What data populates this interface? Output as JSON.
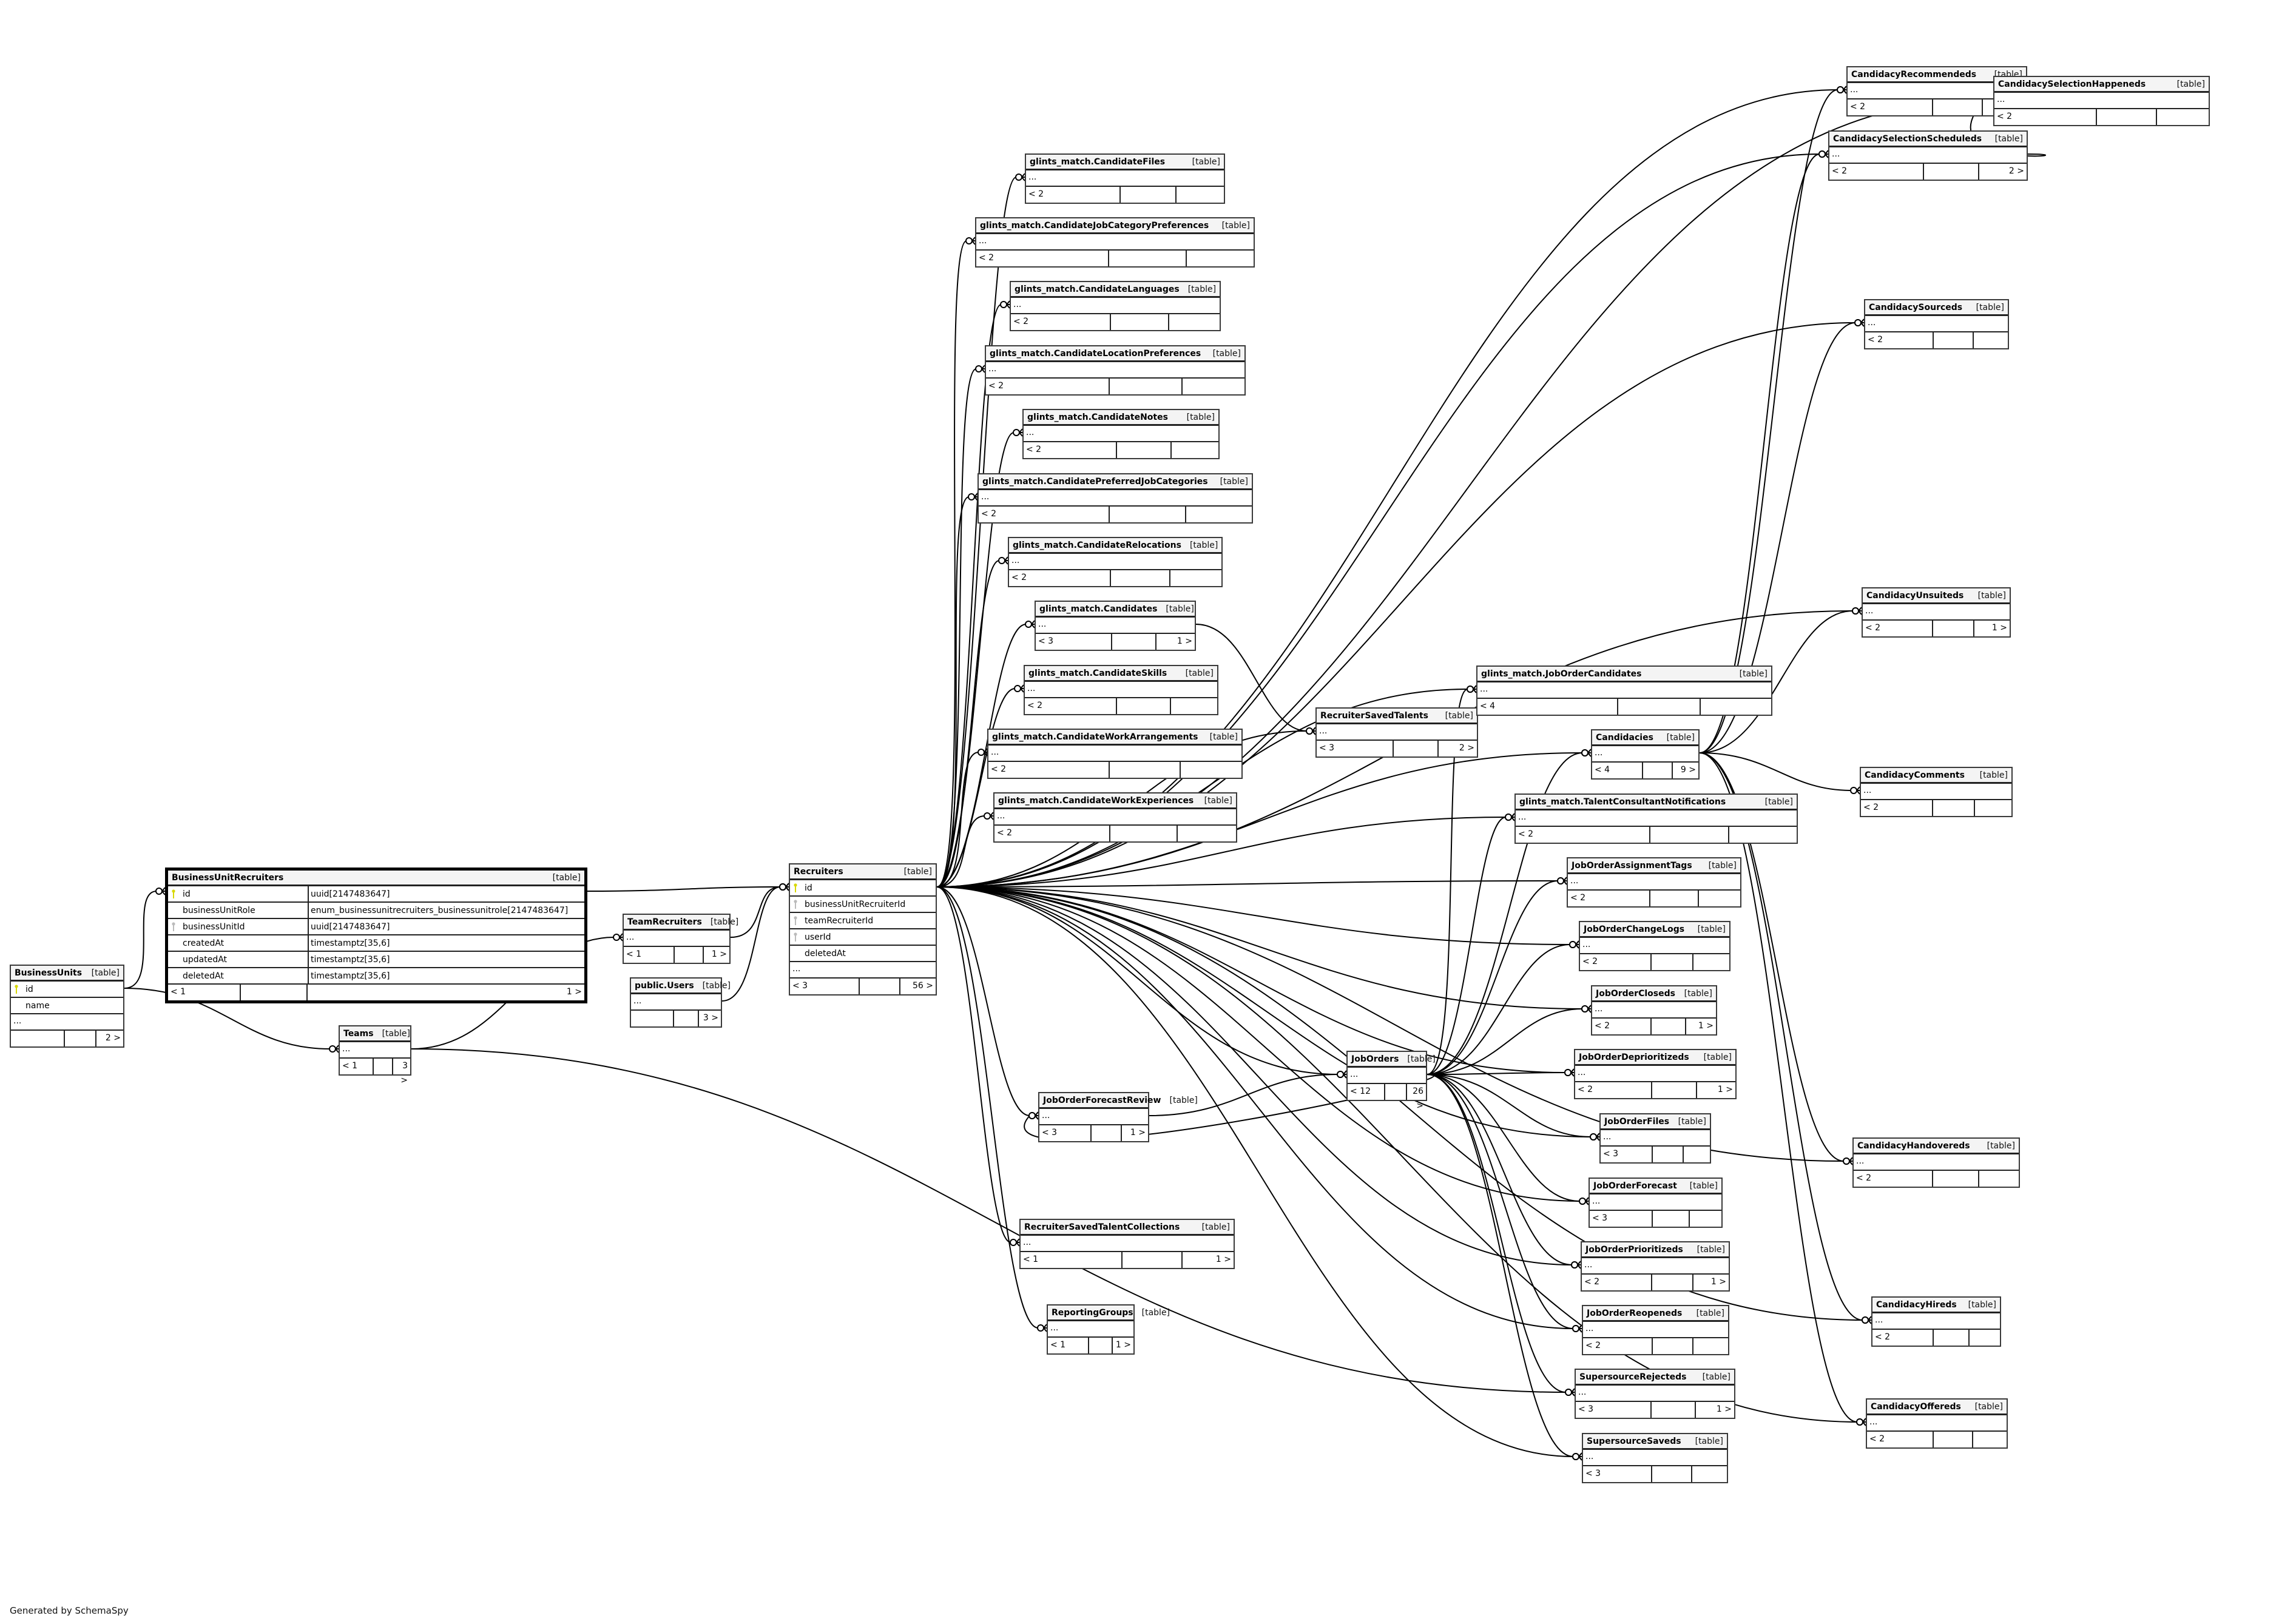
{
  "diagram": {
    "generator_note": "Generated by SchemaSpy",
    "kind_label": "[table]",
    "ellipsis": "...",
    "focus_table": "BusinessUnitRecruiters"
  },
  "tables": [
    {
      "id": "BusinessUnits",
      "name": "BusinessUnits",
      "columns": [
        {
          "name": "id",
          "key": "pk"
        },
        {
          "name": "name",
          "key": ""
        }
      ],
      "ellipsis": true,
      "parents": "",
      "children": "2 >"
    },
    {
      "id": "BusinessUnitRecruiters",
      "name": "BusinessUnitRecruiters",
      "columns": [
        {
          "name": "id",
          "type": "uuid[2147483647]",
          "key": "pk"
        },
        {
          "name": "businessUnitRole",
          "type": "enum_businessunitrecruiters_businessunitrole[2147483647]",
          "key": ""
        },
        {
          "name": "businessUnitId",
          "type": "uuid[2147483647]",
          "key": "fk"
        },
        {
          "name": "createdAt",
          "type": "timestamptz[35,6]",
          "key": ""
        },
        {
          "name": "updatedAt",
          "type": "timestamptz[35,6]",
          "key": ""
        },
        {
          "name": "deletedAt",
          "type": "timestamptz[35,6]",
          "key": ""
        }
      ],
      "ellipsis": false,
      "parents": "< 1",
      "children": "1 >"
    },
    {
      "id": "Teams",
      "name": "Teams",
      "columns": [],
      "ellipsis": true,
      "parents": "< 1",
      "children": "3 >"
    },
    {
      "id": "TeamRecruiters",
      "name": "TeamRecruiters",
      "columns": [],
      "ellipsis": true,
      "parents": "< 1",
      "children": "1 >"
    },
    {
      "id": "publicUsers",
      "name": "public.Users",
      "columns": [],
      "ellipsis": true,
      "parents": "",
      "children": "3 >"
    },
    {
      "id": "Recruiters",
      "name": "Recruiters",
      "columns": [
        {
          "name": "id",
          "key": "pk"
        },
        {
          "name": "businessUnitRecruiterId",
          "key": "fk"
        },
        {
          "name": "teamRecruiterId",
          "key": "fk"
        },
        {
          "name": "userId",
          "key": "fk"
        },
        {
          "name": "deletedAt",
          "key": ""
        }
      ],
      "ellipsis": true,
      "parents": "< 3",
      "children": "56 >"
    },
    {
      "id": "CandidateFiles",
      "name": "glints_match.CandidateFiles",
      "columns": [],
      "ellipsis": true,
      "parents": "< 2",
      "children": ""
    },
    {
      "id": "CandidateJobCategoryPreferences",
      "name": "glints_match.CandidateJobCategoryPreferences",
      "columns": [],
      "ellipsis": true,
      "parents": "< 2",
      "children": ""
    },
    {
      "id": "CandidateLanguages",
      "name": "glints_match.CandidateLanguages",
      "columns": [],
      "ellipsis": true,
      "parents": "< 2",
      "children": ""
    },
    {
      "id": "CandidateLocationPreferences",
      "name": "glints_match.CandidateLocationPreferences",
      "columns": [],
      "ellipsis": true,
      "parents": "< 2",
      "children": ""
    },
    {
      "id": "CandidateNotes",
      "name": "glints_match.CandidateNotes",
      "columns": [],
      "ellipsis": true,
      "parents": "< 2",
      "children": ""
    },
    {
      "id": "CandidatePreferredJobCategories",
      "name": "glints_match.CandidatePreferredJobCategories",
      "columns": [],
      "ellipsis": true,
      "parents": "< 2",
      "children": ""
    },
    {
      "id": "CandidateRelocations",
      "name": "glints_match.CandidateRelocations",
      "columns": [],
      "ellipsis": true,
      "parents": "< 2",
      "children": ""
    },
    {
      "id": "Candidates",
      "name": "glints_match.Candidates",
      "columns": [],
      "ellipsis": true,
      "parents": "< 3",
      "children": "1 >"
    },
    {
      "id": "CandidateSkills",
      "name": "glints_match.CandidateSkills",
      "columns": [],
      "ellipsis": true,
      "parents": "< 2",
      "children": ""
    },
    {
      "id": "CandidateWorkArrangements",
      "name": "glints_match.CandidateWorkArrangements",
      "columns": [],
      "ellipsis": true,
      "parents": "< 2",
      "children": ""
    },
    {
      "id": "CandidateWorkExperiences",
      "name": "glints_match.CandidateWorkExperiences",
      "columns": [],
      "ellipsis": true,
      "parents": "< 2",
      "children": ""
    },
    {
      "id": "RecruiterSavedTalents",
      "name": "RecruiterSavedTalents",
      "columns": [],
      "ellipsis": true,
      "parents": "< 3",
      "children": "2 >"
    },
    {
      "id": "JobOrderCandidates",
      "name": "glints_match.JobOrderCandidates",
      "columns": [],
      "ellipsis": true,
      "parents": "< 4",
      "children": ""
    },
    {
      "id": "Candidacies",
      "name": "Candidacies",
      "columns": [],
      "ellipsis": true,
      "parents": "< 4",
      "children": "9 >"
    },
    {
      "id": "TalentConsultantNotifications",
      "name": "glints_match.TalentConsultantNotifications",
      "columns": [],
      "ellipsis": true,
      "parents": "< 2",
      "children": ""
    },
    {
      "id": "JobOrderAssignmentTags",
      "name": "JobOrderAssignmentTags",
      "columns": [],
      "ellipsis": true,
      "parents": "< 2",
      "children": ""
    },
    {
      "id": "JobOrderChangeLogs",
      "name": "JobOrderChangeLogs",
      "columns": [],
      "ellipsis": true,
      "parents": "< 2",
      "children": ""
    },
    {
      "id": "JobOrderCloseds",
      "name": "JobOrderCloseds",
      "columns": [],
      "ellipsis": true,
      "parents": "< 2",
      "children": "1 >"
    },
    {
      "id": "JobOrderDeprioritizeds",
      "name": "JobOrderDeprioritizeds",
      "columns": [],
      "ellipsis": true,
      "parents": "< 2",
      "children": "1 >"
    },
    {
      "id": "JobOrders",
      "name": "JobOrders",
      "columns": [],
      "ellipsis": true,
      "parents": "< 12",
      "children": "26 >"
    },
    {
      "id": "JobOrderForecastReview",
      "name": "JobOrderForecastReview",
      "columns": [],
      "ellipsis": true,
      "parents": "< 3",
      "children": "1 >"
    },
    {
      "id": "JobOrderFiles",
      "name": "JobOrderFiles",
      "columns": [],
      "ellipsis": true,
      "parents": "< 3",
      "children": ""
    },
    {
      "id": "JobOrderForecast",
      "name": "JobOrderForecast",
      "columns": [],
      "ellipsis": true,
      "parents": "< 3",
      "children": ""
    },
    {
      "id": "JobOrderPrioritizeds",
      "name": "JobOrderPrioritizeds",
      "columns": [],
      "ellipsis": true,
      "parents": "< 2",
      "children": "1 >"
    },
    {
      "id": "JobOrderReopeneds",
      "name": "JobOrderReopeneds",
      "columns": [],
      "ellipsis": true,
      "parents": "< 2",
      "children": ""
    },
    {
      "id": "SupersourceRejecteds",
      "name": "SupersourceRejecteds",
      "columns": [],
      "ellipsis": true,
      "parents": "< 3",
      "children": "1 >"
    },
    {
      "id": "SupersourceSaveds",
      "name": "SupersourceSaveds",
      "columns": [],
      "ellipsis": true,
      "parents": "< 3",
      "children": ""
    },
    {
      "id": "RecruiterSavedTalentCollections",
      "name": "RecruiterSavedTalentCollections",
      "columns": [],
      "ellipsis": true,
      "parents": "< 1",
      "children": "1 >"
    },
    {
      "id": "ReportingGroups",
      "name": "ReportingGroups",
      "columns": [],
      "ellipsis": true,
      "parents": "< 1",
      "children": "1 >"
    },
    {
      "id": "CandidacyRecommendeds",
      "name": "CandidacyRecommendeds",
      "columns": [],
      "ellipsis": true,
      "parents": "< 2",
      "children": ""
    },
    {
      "id": "CandidacySelectionScheduleds",
      "name": "CandidacySelectionScheduleds",
      "columns": [],
      "ellipsis": true,
      "parents": "< 2",
      "children": "2 >"
    },
    {
      "id": "CandidacySelectionHappeneds",
      "name": "CandidacySelectionHappeneds",
      "columns": [],
      "ellipsis": true,
      "parents": "< 2",
      "children": ""
    },
    {
      "id": "CandidacySourceds",
      "name": "CandidacySourceds",
      "columns": [],
      "ellipsis": true,
      "parents": "< 2",
      "children": ""
    },
    {
      "id": "CandidacyUnsuiteds",
      "name": "CandidacyUnsuiteds",
      "columns": [],
      "ellipsis": true,
      "parents": "< 2",
      "children": "1 >"
    },
    {
      "id": "CandidacyComments",
      "name": "CandidacyComments",
      "columns": [],
      "ellipsis": true,
      "parents": "< 2",
      "children": ""
    },
    {
      "id": "CandidacyHandovereds",
      "name": "CandidacyHandovereds",
      "columns": [],
      "ellipsis": true,
      "parents": "< 2",
      "children": ""
    },
    {
      "id": "CandidacyHireds",
      "name": "CandidacyHireds",
      "columns": [],
      "ellipsis": true,
      "parents": "< 2",
      "children": ""
    },
    {
      "id": "CandidacyOffereds",
      "name": "CandidacyOffereds",
      "columns": [],
      "ellipsis": true,
      "parents": "< 2",
      "children": ""
    }
  ],
  "relationships": [
    {
      "from": "BusinessUnits",
      "to": "BusinessUnitRecruiters"
    },
    {
      "from": "BusinessUnits",
      "to": "Teams"
    },
    {
      "from": "BusinessUnitRecruiters",
      "to": "Recruiters"
    },
    {
      "from": "Teams",
      "to": "TeamRecruiters"
    },
    {
      "from": "Teams",
      "to": "SupersourceRejecteds"
    },
    {
      "from": "TeamRecruiters",
      "to": "Recruiters"
    },
    {
      "from": "publicUsers",
      "to": "Recruiters"
    },
    {
      "from": "Recruiters",
      "to": "CandidateFiles"
    },
    {
      "from": "Recruiters",
      "to": "CandidateJobCategoryPreferences"
    },
    {
      "from": "Recruiters",
      "to": "CandidateLanguages"
    },
    {
      "from": "Recruiters",
      "to": "CandidateLocationPreferences"
    },
    {
      "from": "Recruiters",
      "to": "CandidateNotes"
    },
    {
      "from": "Recruiters",
      "to": "CandidatePreferredJobCategories"
    },
    {
      "from": "Recruiters",
      "to": "CandidateRelocations"
    },
    {
      "from": "Recruiters",
      "to": "Candidates"
    },
    {
      "from": "Recruiters",
      "to": "CandidateSkills"
    },
    {
      "from": "Recruiters",
      "to": "CandidateWorkArrangements"
    },
    {
      "from": "Recruiters",
      "to": "CandidateWorkExperiences"
    },
    {
      "from": "Recruiters",
      "to": "RecruiterSavedTalents"
    },
    {
      "from": "Recruiters",
      "to": "JobOrderCandidates"
    },
    {
      "from": "Recruiters",
      "to": "Candidacies"
    },
    {
      "from": "Recruiters",
      "to": "TalentConsultantNotifications"
    },
    {
      "from": "Recruiters",
      "to": "JobOrderAssignmentTags"
    },
    {
      "from": "Recruiters",
      "to": "JobOrderChangeLogs"
    },
    {
      "from": "Recruiters",
      "to": "JobOrderCloseds"
    },
    {
      "from": "Recruiters",
      "to": "JobOrderDeprioritizeds"
    },
    {
      "from": "Recruiters",
      "to": "JobOrders"
    },
    {
      "from": "Recruiters",
      "to": "JobOrderForecastReview"
    },
    {
      "from": "Recruiters",
      "to": "JobOrderFiles"
    },
    {
      "from": "Recruiters",
      "to": "JobOrderForecast"
    },
    {
      "from": "Recruiters",
      "to": "JobOrderPrioritizeds"
    },
    {
      "from": "Recruiters",
      "to": "JobOrderReopeneds"
    },
    {
      "from": "Recruiters",
      "to": "SupersourceSaveds"
    },
    {
      "from": "Recruiters",
      "to": "RecruiterSavedTalentCollections"
    },
    {
      "from": "Recruiters",
      "to": "ReportingGroups"
    },
    {
      "from": "Recruiters",
      "to": "CandidacyRecommendeds"
    },
    {
      "from": "Recruiters",
      "to": "CandidacySelectionScheduleds"
    },
    {
      "from": "Recruiters",
      "to": "CandidacySelectionHappeneds"
    },
    {
      "from": "Recruiters",
      "to": "CandidacySourceds"
    },
    {
      "from": "Recruiters",
      "to": "CandidacyUnsuiteds"
    },
    {
      "from": "Recruiters",
      "to": "CandidacyHandovereds"
    },
    {
      "from": "Recruiters",
      "to": "CandidacyHireds"
    },
    {
      "from": "Recruiters",
      "to": "CandidacyOffereds"
    },
    {
      "from": "Candidates",
      "to": "RecruiterSavedTalents"
    },
    {
      "from": "JobOrders",
      "to": "JobOrderCandidates"
    },
    {
      "from": "JobOrders",
      "to": "Candidacies"
    },
    {
      "from": "JobOrders",
      "to": "TalentConsultantNotifications"
    },
    {
      "from": "JobOrders",
      "to": "JobOrderAssignmentTags"
    },
    {
      "from": "JobOrders",
      "to": "JobOrderChangeLogs"
    },
    {
      "from": "JobOrders",
      "to": "JobOrderCloseds"
    },
    {
      "from": "JobOrders",
      "to": "JobOrderDeprioritizeds"
    },
    {
      "from": "JobOrders",
      "to": "JobOrderForecastReview"
    },
    {
      "from": "JobOrders",
      "to": "JobOrderFiles"
    },
    {
      "from": "JobOrders",
      "to": "JobOrderForecast"
    },
    {
      "from": "JobOrders",
      "to": "JobOrderPrioritizeds"
    },
    {
      "from": "JobOrders",
      "to": "JobOrderReopeneds"
    },
    {
      "from": "JobOrders",
      "to": "SupersourceRejecteds"
    },
    {
      "from": "JobOrders",
      "to": "SupersourceSaveds"
    },
    {
      "from": "JobOrderForecastReview",
      "to": "JobOrders"
    },
    {
      "from": "Candidacies",
      "to": "CandidacyRecommendeds"
    },
    {
      "from": "Candidacies",
      "to": "CandidacySelectionScheduleds"
    },
    {
      "from": "Candidacies",
      "to": "CandidacySourceds"
    },
    {
      "from": "Candidacies",
      "to": "CandidacyUnsuiteds"
    },
    {
      "from": "Candidacies",
      "to": "CandidacyComments"
    },
    {
      "from": "Candidacies",
      "to": "CandidacyHandovereds"
    },
    {
      "from": "Candidacies",
      "to": "CandidacyHireds"
    },
    {
      "from": "Candidacies",
      "to": "CandidacyOffereds"
    },
    {
      "from": "CandidacySelectionScheduleds",
      "to": "CandidacySelectionHappeneds"
    }
  ]
}
